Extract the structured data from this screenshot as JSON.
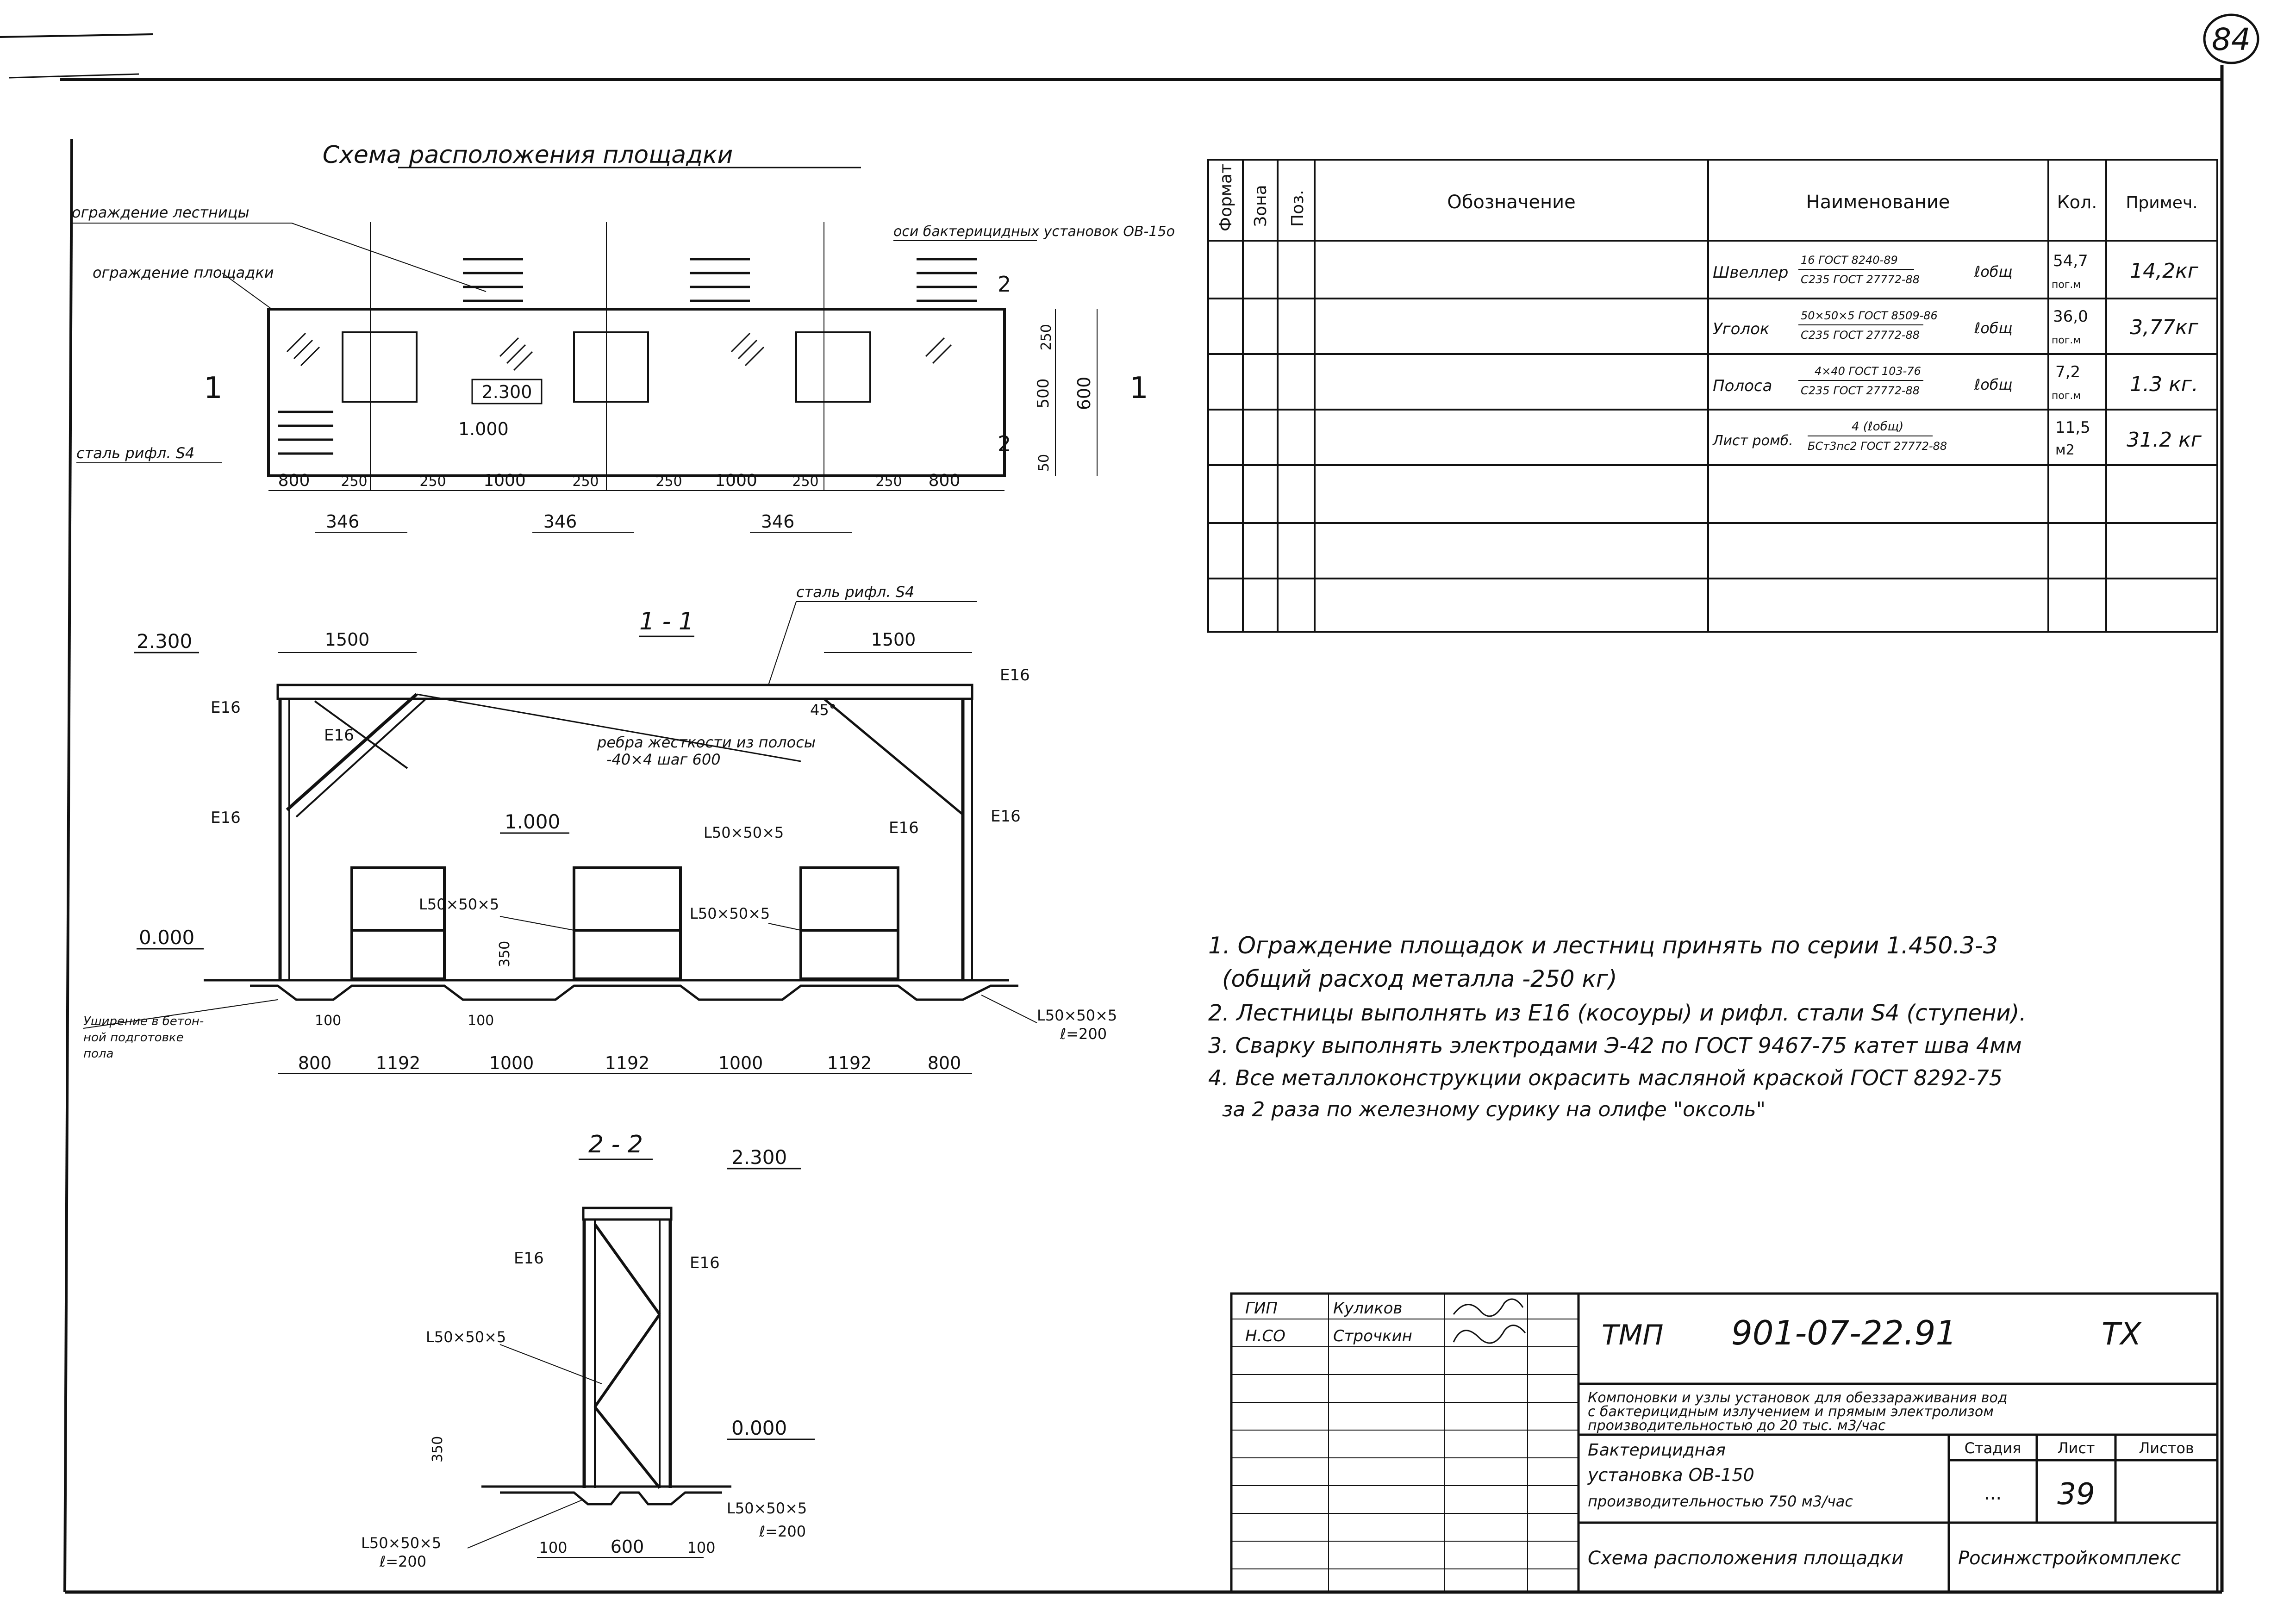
{
  "sheet_number": "84",
  "plan": {
    "title": "Схема расположения площадки",
    "labels": {
      "stair_fence": "ограждение лестницы",
      "platform_fence": "ограждение площадки",
      "axes_label": "оси бактерицидных установок ОВ-15о",
      "steel": "сталь рифл. S4",
      "mark_2300": "2.300",
      "mark_1000": "1.000",
      "cut_1": "1",
      "cut_2": "2"
    },
    "dims_bottom": [
      "800",
      "250",
      "250",
      "1000",
      "250",
      "250",
      "1000",
      "250",
      "250",
      "800"
    ],
    "dims_346": [
      "346",
      "346",
      "346"
    ],
    "dims_right": [
      "250",
      "500",
      "50",
      "600"
    ]
  },
  "section_1": {
    "title": "1 - 1",
    "labels": {
      "steel_top": "сталь рифл. S4",
      "mark_2300": "2.300",
      "mark_1000": "1.000",
      "mark_0000": "0.000",
      "ribs_line1": "ребра жесткости из полосы",
      "ribs_line2": "-40×4 шаг 600",
      "angle": "45°",
      "channel": "Е16",
      "l50": "L50×50×5",
      "l50_bottom": "L50×50×5",
      "l_len": "ℓ=200",
      "widen_1": "Уширение в бетон-",
      "widen_2": "ной подготовке",
      "widen_3": "пола",
      "d100": "100",
      "d350": "350"
    },
    "dims_top": [
      "1500",
      "1500"
    ],
    "dims_bottom": [
      "800",
      "1192",
      "1000",
      "1192",
      "1000",
      "1192",
      "800"
    ]
  },
  "section_2": {
    "title": "2 - 2",
    "labels": {
      "mark_2300": "2.300",
      "mark_0000": "0.000",
      "channel": "Е16",
      "l50": "L50×50×5",
      "l_len": "ℓ=200",
      "d350": "350",
      "d100": "100"
    },
    "dims_bottom": [
      "100",
      "600",
      "100"
    ]
  },
  "spec_table": {
    "headers": [
      "Формат",
      "Зона",
      "Поз.",
      "Обозначение",
      "Наименование",
      "Кол.",
      "Примеч."
    ],
    "rows": [
      {
        "name": "Швеллер",
        "top": "16 ГОСТ 8240-89",
        "bottom": "С235 ГОСТ 27772-88",
        "suffix": "ℓобщ",
        "qty": "54,7",
        "unit": "пог.м",
        "note": "14,2кг"
      },
      {
        "name": "Уголок",
        "top": "50×50×5 ГОСТ 8509-86",
        "bottom": "С235 ГОСТ 27772-88",
        "suffix": "ℓобщ",
        "qty": "36,0",
        "unit": "пог.м",
        "note": "3,77кг"
      },
      {
        "name": "Полоса",
        "top": "4×40 ГОСТ 103-76",
        "bottom": "С235 ГОСТ 27772-88",
        "suffix": "ℓобщ",
        "qty": "7,2",
        "unit": "пог.м",
        "note": "1.3 кг."
      },
      {
        "name": "Лист ромб.",
        "top": "4 (ℓобщ)",
        "bottom": "БСт3пс2 ГОСТ 27772-88",
        "suffix": "",
        "qty": "11,5",
        "unit": "м2",
        "note": "31.2 кг"
      }
    ]
  },
  "notes": [
    "1. Ограждение площадок и лестниц принять по серии 1.450.3-3",
    "(общий расход металла -250 кг)",
    "2. Лестницы выполнять из Е16 (косоуры) и рифл. стали S4 (ступени).",
    "3. Сварку выполнять электродами Э-42 по ГОСТ 9467-75 катет шва 4мм",
    "4. Все металлоконструкции окрасить масляной краской ГОСТ 8292-75",
    "за 2 раза по железному сурику на олифе \"оксоль\""
  ],
  "title_block": {
    "roles": [
      "ГИП",
      "Н.СО"
    ],
    "names": [
      "Куликов",
      "Строчкин"
    ],
    "code": "ТМП",
    "doc_number": "901-07-22.91",
    "mark": "ТХ",
    "project_line1": "Компоновки и узлы установок для обеззараживания вод",
    "project_line2": "с бактерицидным излучением и прямым электролизом",
    "project_line3": "производительностью до 20 тыс. м3/час",
    "object_line1": "Бактерицидная",
    "object_line2": "установка ОВ-150",
    "object_line3": "производительностью 750 м3/час",
    "stage_label": "Стадия",
    "sheet_label": "Лист",
    "sheets_label": "Листов",
    "stage_value": "...",
    "sheet_value": "39",
    "drawing_title": "Схема расположения площадки",
    "organization": "Росинжстройкомплекс"
  }
}
